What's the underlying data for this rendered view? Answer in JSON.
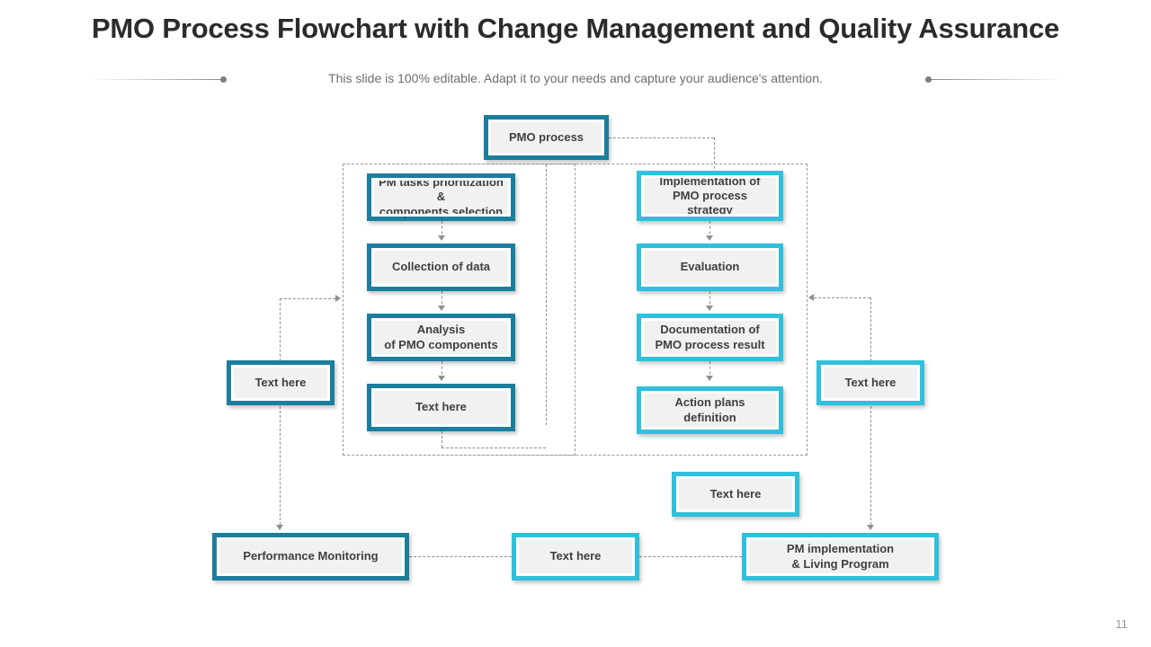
{
  "header": {
    "title": "PMO Process Flowchart with Change Management and Quality Assurance",
    "subtitle": "This slide is 100% editable. Adapt it to your needs and capture your audience's attention."
  },
  "colors": {
    "dark_teal": "#1b7e9c",
    "cyan": "#2ec0dc",
    "node_fill": "#f1f1f1",
    "text": "#3f3f3f",
    "connector": "#8f8f8f",
    "subtitle_text": "#6d6d6d"
  },
  "flow": {
    "root": {
      "label": "PMO process",
      "style": "dark"
    },
    "left_column": [
      {
        "label": "PM tasks  prioritization &\ncomponents  selection",
        "style": "dark"
      },
      {
        "label": "Collection of data",
        "style": "dark"
      },
      {
        "label": "Analysis\nof PMO components",
        "style": "dark"
      },
      {
        "label": "Text here",
        "style": "dark"
      }
    ],
    "right_column": [
      {
        "label": "Implementation of\nPMO process\nstrategy",
        "style": "cyan"
      },
      {
        "label": "Evaluation",
        "style": "cyan"
      },
      {
        "label": "Documentation  of\nPMO process  result",
        "style": "cyan"
      },
      {
        "label": "Action  plans\ndefinition",
        "style": "cyan"
      }
    ],
    "side_left": {
      "label": "Text here",
      "style": "dark"
    },
    "side_right": {
      "label": "Text here",
      "style": "cyan"
    },
    "floating_mid": {
      "label": "Text here",
      "style": "cyan"
    },
    "bottom_row": [
      {
        "label": "Performance Monitoring",
        "style": "dark"
      },
      {
        "label": "Text here",
        "style": "cyan"
      },
      {
        "label": "PM implementation\n& Living Program",
        "style": "cyan"
      }
    ]
  },
  "footer": {
    "page_number": "11"
  }
}
